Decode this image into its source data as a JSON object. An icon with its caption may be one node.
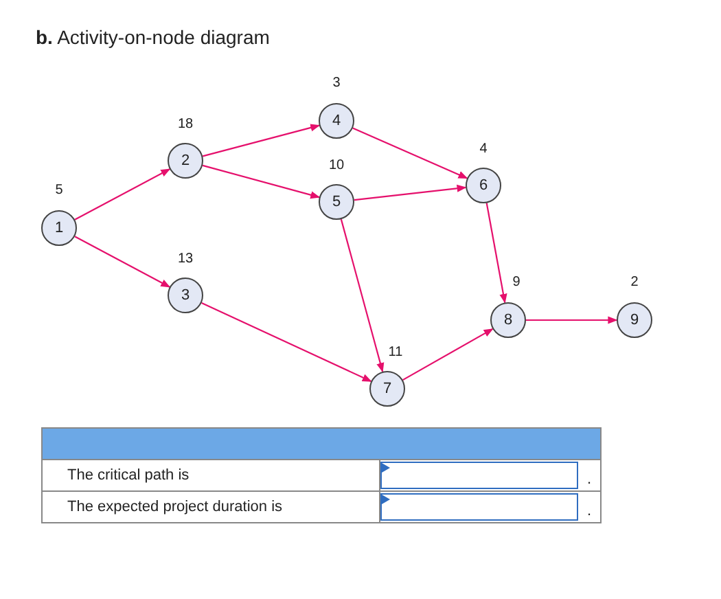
{
  "diagram": {
    "title": "**b.** Activity-on-node diagram",
    "nodes": [
      {
        "text": [
          "1"
        ],
        "beside": [
          "5"
        ]
      },
      {
        "text": [
          "2"
        ],
        "beside": [
          "18"
        ]
      },
      {
        "text": [
          "3"
        ],
        "beside": [
          "13"
        ]
      },
      {
        "text": [
          "4"
        ],
        "beside": [
          "3"
        ]
      },
      {
        "text": [
          "5"
        ],
        "beside": [
          "10"
        ]
      },
      {
        "text": [
          "6"
        ],
        "beside": [
          "4"
        ]
      },
      {
        "text": [
          "7"
        ],
        "beside": [
          "11"
        ]
      },
      {
        "text": [
          "8"
        ],
        "beside": [
          "9"
        ]
      },
      {
        "text": [
          "9"
        ],
        "beside": [
          "2"
        ]
      }
    ],
    "edges": [
      {
        "from": 0,
        "to": 1,
        "arrow": "to"
      },
      {
        "from": 0,
        "to": 2,
        "arrow": "to"
      },
      {
        "from": 1,
        "to": 3,
        "arrow": "to"
      },
      {
        "from": 1,
        "to": 4,
        "arrow": "to"
      },
      {
        "from": 2,
        "to": 6,
        "arrow": "to"
      },
      {
        "from": 3,
        "to": 5,
        "arrow": "to"
      },
      {
        "from": 4,
        "to": 5,
        "arrow": "to"
      },
      {
        "from": 4,
        "to": 6,
        "arrow": "to"
      },
      {
        "from": 5,
        "to": 7,
        "arrow": "to"
      },
      {
        "from": 6,
        "to": 7,
        "arrow": "to"
      },
      {
        "from": 7,
        "to": 8,
        "arrow": "to"
      }
    ],
    "labels": [
      "The critical path is",
      ".",
      "The expected project duration is",
      "."
    ]
  }
}
